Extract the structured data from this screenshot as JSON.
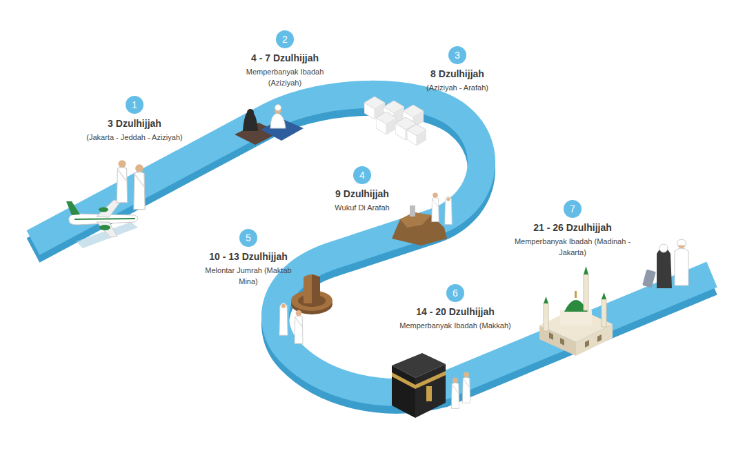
{
  "diagram": {
    "nodes": [
      {
        "text": [
          "1",
          "3 Dzulhijjah",
          "(Jakarta - Jeddah - Aziziyah)"
        ]
      },
      {
        "text": [
          "2",
          "4 - 7 Dzulhijjah",
          "Memperbanyak Ibadah (Aziziyah)"
        ]
      },
      {
        "text": [
          "3",
          "8 Dzulhijjah",
          "(Aziziyah - Arafah)"
        ]
      },
      {
        "text": [
          "4",
          "9 Dzulhijjah",
          "Wukuf Di Arafah"
        ]
      },
      {
        "text": [
          "5",
          "10 - 13 Dzulhijjah",
          "Melontar Jumrah (Maktab Mina)"
        ]
      },
      {
        "text": [
          "6",
          "14 - 20 Dzulhijjah",
          "Memperbanyak Ibadah (Makkah)"
        ]
      },
      {
        "text": [
          "7",
          "21 - 26 Dzulhijjah",
          "Memperbanyak Ibadah (Madinah - Jakarta)"
        ]
      }
    ]
  }
}
